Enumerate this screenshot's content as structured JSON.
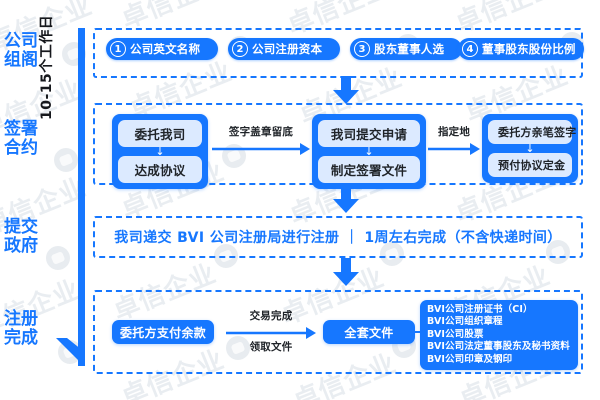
{
  "meta": {
    "title": "BVI公司注册流程图",
    "brand_color": "#1677ff",
    "inner_pill_color": "#dceaff",
    "background": "#ffffff",
    "watermark_text": "卓信企业"
  },
  "timeline": {
    "duration_label": "10-15个工作日",
    "stages": [
      {
        "id": "stage-1",
        "line1": "公司",
        "line2": "组阁"
      },
      {
        "id": "stage-2",
        "line1": "签署",
        "line2": "合约"
      },
      {
        "id": "stage-3",
        "line1": "提交",
        "line2": "政府"
      },
      {
        "id": "stage-4",
        "line1": "注册",
        "line2": "完成"
      }
    ]
  },
  "row1": {
    "items": [
      {
        "num": "1",
        "label": "公司英文名称"
      },
      {
        "num": "2",
        "label": "公司注册资本"
      },
      {
        "num": "3",
        "label": "股东董事人选"
      },
      {
        "num": "4",
        "label": "董事股东股份比例"
      }
    ]
  },
  "row2": {
    "cards": [
      {
        "top": "委托我司",
        "bottom": "达成协议"
      },
      {
        "top": "我司提交申请",
        "bottom": "制定签署文件"
      },
      {
        "top": "委托方亲笔签字",
        "bottom": "预付协议定金"
      }
    ],
    "connector_labels": [
      {
        "line1": "签字盖章留底",
        "line2": ""
      },
      {
        "line1": "指定地",
        "line2": ""
      }
    ]
  },
  "row3": {
    "text": "我司递交 BVI 公司注册局进行注册 ｜ 1周左右完成（不含快递时间）"
  },
  "row4": {
    "payment_label": "委托方支付余款",
    "connector_line1": "交易完成",
    "connector_line2": "领取文件",
    "documents_label": "全套文件",
    "document_items": [
      "BVI公司注册证书（CI）",
      "BVI公司组织章程",
      "BVI公司股票",
      "BVI公司法定董事股东及秘书资料",
      "BVI公司印章及钢印"
    ]
  }
}
